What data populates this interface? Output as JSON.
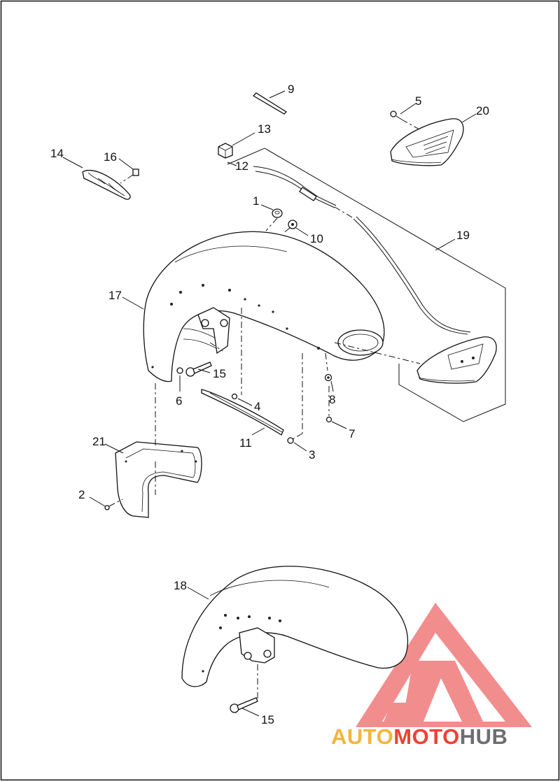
{
  "callouts": [
    {
      "id": "1",
      "label": "1"
    },
    {
      "id": "2",
      "label": "2"
    },
    {
      "id": "3",
      "label": "3"
    },
    {
      "id": "4",
      "label": "4"
    },
    {
      "id": "5",
      "label": "5"
    },
    {
      "id": "6",
      "label": "6"
    },
    {
      "id": "7",
      "label": "7"
    },
    {
      "id": "8",
      "label": "8"
    },
    {
      "id": "9",
      "label": "9"
    },
    {
      "id": "10",
      "label": "10"
    },
    {
      "id": "11",
      "label": "11"
    },
    {
      "id": "12",
      "label": "12"
    },
    {
      "id": "13",
      "label": "13"
    },
    {
      "id": "14",
      "label": "14"
    },
    {
      "id": "15a",
      "label": "15"
    },
    {
      "id": "15b",
      "label": "15"
    },
    {
      "id": "16",
      "label": "16"
    },
    {
      "id": "17",
      "label": "17"
    },
    {
      "id": "18",
      "label": "18"
    },
    {
      "id": "19",
      "label": "19"
    },
    {
      "id": "20",
      "label": "20"
    },
    {
      "id": "21",
      "label": "21"
    }
  ],
  "watermark": {
    "part1": "AUTO",
    "part2": "MOTO",
    "part3": "HUB",
    "color_orange": "#f5b53a",
    "color_red": "#ee4136",
    "color_gray": "#6d6e71",
    "logo_color": "#f05a5a"
  },
  "colors": {
    "ink": "#111111",
    "background": "#ffffff"
  }
}
